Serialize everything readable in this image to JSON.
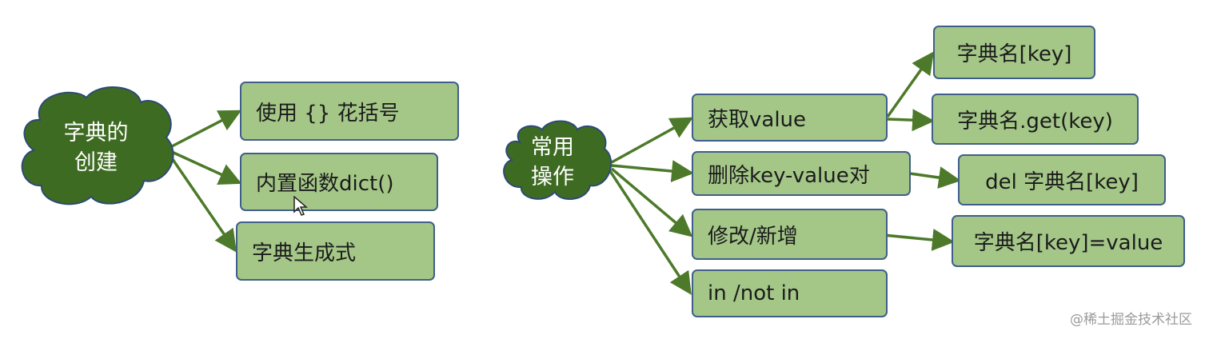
{
  "colors": {
    "cloud_fill": "#3e6b22",
    "cloud_stroke": "#2d4a75",
    "box_fill": "#a4c788",
    "box_border": "#3f5f8a",
    "arrow": "#4d7a2a"
  },
  "left": {
    "hub_label_line1": "字典的",
    "hub_label_line2": "创建",
    "items": [
      {
        "label": "使用 {} 花括号"
      },
      {
        "label": "内置函数dict()"
      },
      {
        "label": "字典生成式"
      }
    ]
  },
  "right": {
    "hub_label_line1": "常用",
    "hub_label_line2": "操作",
    "ops": [
      {
        "label": "获取value"
      },
      {
        "label": "删除key-value对"
      },
      {
        "label": "修改/新增"
      },
      {
        "label": "in  /not in"
      }
    ],
    "details": [
      {
        "label": "字典名[key]"
      },
      {
        "label": "字典名.get(key)"
      },
      {
        "label": "del 字典名[key]"
      },
      {
        "label": "字典名[key]=value"
      }
    ]
  },
  "watermark": "@稀土掘金技术社区",
  "cursor_icon": "mouse-pointer-icon"
}
